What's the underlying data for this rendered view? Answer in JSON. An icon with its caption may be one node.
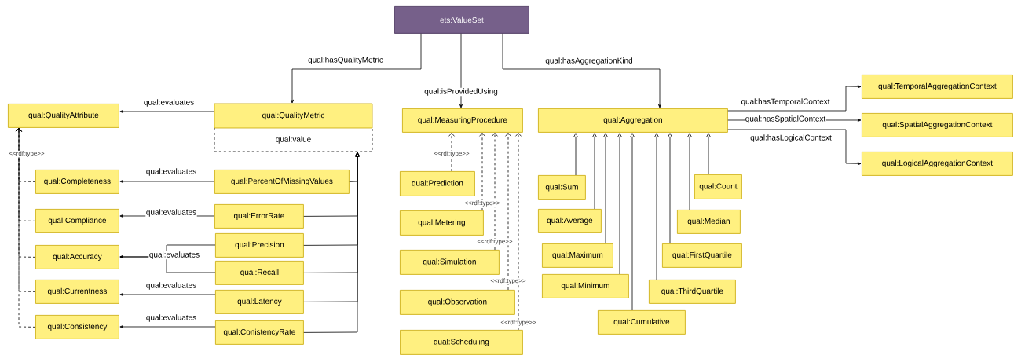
{
  "diagram": {
    "nodes": [
      {
        "text": [
          "ets:ValueSet"
        ]
      },
      {
        "text": [
          "qual:QualityMetric",
          "qual:value"
        ]
      },
      {
        "text": [
          "qual:QualityAttribute"
        ]
      },
      {
        "text": [
          "qual:MeasuringProcedure"
        ]
      },
      {
        "text": [
          "qual:Aggregation"
        ]
      },
      {
        "text": [
          "qual:TemporalAggregationContext"
        ]
      },
      {
        "text": [
          "qual:SpatialAggregationContext"
        ]
      },
      {
        "text": [
          "qual:LogicalAggregationContext"
        ]
      },
      {
        "text": [
          "qual:Completeness"
        ]
      },
      {
        "text": [
          "qual:PercentOfMissingValues"
        ]
      },
      {
        "text": [
          "qual:Compliance"
        ]
      },
      {
        "text": [
          "qual:ErrorRate"
        ]
      },
      {
        "text": [
          "qual:Accuracy"
        ]
      },
      {
        "text": [
          "qual:Precision"
        ]
      },
      {
        "text": [
          "qual:Recall"
        ]
      },
      {
        "text": [
          "qual:Currentness"
        ]
      },
      {
        "text": [
          "qual:Latency"
        ]
      },
      {
        "text": [
          "qual:Consistency"
        ]
      },
      {
        "text": [
          "qual:ConistencyRate"
        ]
      },
      {
        "text": [
          "qual:Prediction"
        ]
      },
      {
        "text": [
          "qual:Metering"
        ]
      },
      {
        "text": [
          "qual:Simulation"
        ]
      },
      {
        "text": [
          "qual:Observation"
        ]
      },
      {
        "text": [
          "qual:Scheduling"
        ]
      },
      {
        "text": [
          "qual:Sum"
        ]
      },
      {
        "text": [
          "qual:Average"
        ]
      },
      {
        "text": [
          "qual:Maximum"
        ]
      },
      {
        "text": [
          "qual:Minimum"
        ]
      },
      {
        "text": [
          "qual:Cumulative"
        ]
      },
      {
        "text": [
          "qual:ThirdQuartile"
        ]
      },
      {
        "text": [
          "qual:FirstQuartile"
        ]
      },
      {
        "text": [
          "qual:Median"
        ]
      },
      {
        "text": [
          "qual:Count"
        ]
      }
    ],
    "edges": [
      {
        "from": 0,
        "to": 1,
        "arrow": "to",
        "label": "qual:hasQualityMetric"
      },
      {
        "from": 0,
        "to": 3,
        "arrow": "to",
        "label": "qual:isProvidedUsing"
      },
      {
        "from": 0,
        "to": 4,
        "arrow": "to",
        "label": "qual:hasAggregationKind"
      },
      {
        "from": 1,
        "to": 2,
        "arrow": "to",
        "label": "qual:evaluates"
      },
      {
        "from": 9,
        "to": 8,
        "arrow": "to",
        "label": "qual:evaluates"
      },
      {
        "from": 11,
        "to": 10,
        "arrow": "to",
        "label": "qual:evaluates"
      },
      {
        "from": 13,
        "to": 12,
        "arrow": "to",
        "label": "qual:evaluates"
      },
      {
        "from": 14,
        "to": 12,
        "arrow": "to"
      },
      {
        "from": 16,
        "to": 15,
        "arrow": "to",
        "label": "qual:evaluates"
      },
      {
        "from": 18,
        "to": 17,
        "arrow": "to",
        "label": "qual:evaluates"
      },
      {
        "from": 9,
        "to": 1,
        "arrow": "to"
      },
      {
        "from": 11,
        "to": 1,
        "arrow": "to"
      },
      {
        "from": 13,
        "to": 1,
        "arrow": "to"
      },
      {
        "from": 14,
        "to": 1,
        "arrow": "to"
      },
      {
        "from": 16,
        "to": 1,
        "arrow": "to"
      },
      {
        "from": 18,
        "to": 1,
        "arrow": "to"
      },
      {
        "from": 8,
        "to": 2,
        "arrow": "to",
        "style": "dashed",
        "label": "<<rdf:type>>"
      },
      {
        "from": 10,
        "to": 2,
        "arrow": "to",
        "style": "dashed"
      },
      {
        "from": 12,
        "to": 2,
        "arrow": "to",
        "style": "dashed"
      },
      {
        "from": 15,
        "to": 2,
        "arrow": "to",
        "style": "dashed"
      },
      {
        "from": 17,
        "to": 2,
        "arrow": "to",
        "style": "dashed"
      },
      {
        "from": 19,
        "to": 3,
        "arrow": "to",
        "style": "dashed",
        "label": "<<rdf:type>>"
      },
      {
        "from": 20,
        "to": 3,
        "arrow": "to",
        "style": "dashed",
        "label": "<<rdf:type>>"
      },
      {
        "from": 21,
        "to": 3,
        "arrow": "to",
        "style": "dashed",
        "label": "<<rdf:type>>"
      },
      {
        "from": 22,
        "to": 3,
        "arrow": "to",
        "style": "dashed",
        "label": "<<rdf:type>>"
      },
      {
        "from": 23,
        "to": 3,
        "arrow": "to",
        "style": "dashed",
        "label": "<<rdf:type>>"
      },
      {
        "from": 24,
        "to": 4,
        "arrow": "to"
      },
      {
        "from": 25,
        "to": 4,
        "arrow": "to"
      },
      {
        "from": 26,
        "to": 4,
        "arrow": "to"
      },
      {
        "from": 27,
        "to": 4,
        "arrow": "to"
      },
      {
        "from": 28,
        "to": 4,
        "arrow": "to"
      },
      {
        "from": 29,
        "to": 4,
        "arrow": "to"
      },
      {
        "from": 30,
        "to": 4,
        "arrow": "to"
      },
      {
        "from": 31,
        "to": 4,
        "arrow": "to"
      },
      {
        "from": 32,
        "to": 4,
        "arrow": "to"
      },
      {
        "from": 4,
        "to": 5,
        "arrow": "to",
        "label": "qual:hasTemporalContext"
      },
      {
        "from": 4,
        "to": 6,
        "arrow": "to",
        "label": "qual:hasSpatialContext"
      },
      {
        "from": 4,
        "to": 7,
        "arrow": "to",
        "label": "qual:hasLogicalContext"
      }
    ]
  }
}
